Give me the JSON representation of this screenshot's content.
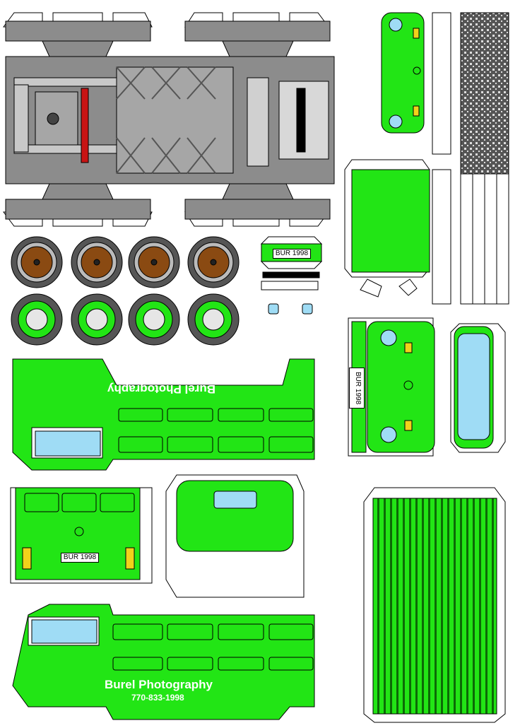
{
  "colors": {
    "body_green": "#22e515",
    "dark_green": "#12a80a",
    "chassis_gray": "#8c8c8c",
    "light_gray": "#c8c8c8",
    "rust_brown": "#8a4a12",
    "frame_red": "#c81414",
    "glass_blue": "#9fdcf5",
    "lamp_yellow": "#f2d21a",
    "outline": "#000000"
  },
  "plates": {
    "top_plate": "BUR 1998",
    "front_plate": "BUR 1998",
    "rear_plate": "BUR 1998"
  },
  "side_left": {
    "company": "Burel Photography",
    "phone": "770-833-1998"
  },
  "side_right": {
    "company": "Burel Photography",
    "phone": "770-833-1998"
  },
  "icons": [
    "vw-logo-icon",
    "hubcap-icon",
    "mirror-icon"
  ]
}
